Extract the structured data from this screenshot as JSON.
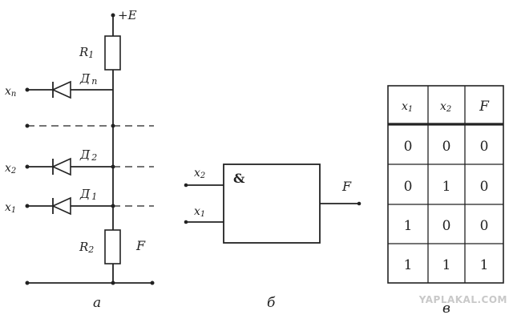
{
  "circuit": {
    "supply": "+E",
    "r1": "R",
    "r1_sub": "1",
    "r2": "R",
    "r2_sub": "2",
    "output": "F",
    "diode_n": "Д",
    "diode_n_sub": "n",
    "diode_2": "Д",
    "diode_2_sub": "2",
    "diode_1": "Д",
    "diode_1_sub": "1",
    "input_n": "x",
    "input_n_sub": "n",
    "input_2": "x",
    "input_2_sub": "2",
    "input_1": "x",
    "input_1_sub": "1",
    "panel_label": "а"
  },
  "gate": {
    "symbol": "&",
    "input_top": "x",
    "input_top_sub": "2",
    "input_bottom": "x",
    "input_bottom_sub": "1",
    "output": "F",
    "panel_label": "б"
  },
  "truth_table": {
    "headers": [
      "x",
      "x",
      "F"
    ],
    "header_subs": [
      "1",
      "2",
      ""
    ],
    "rows": [
      [
        "0",
        "0",
        "0"
      ],
      [
        "0",
        "1",
        "0"
      ],
      [
        "1",
        "0",
        "0"
      ],
      [
        "1",
        "1",
        "1"
      ]
    ],
    "panel_label": "в"
  },
  "watermark": "YAPLAKAL.COM"
}
